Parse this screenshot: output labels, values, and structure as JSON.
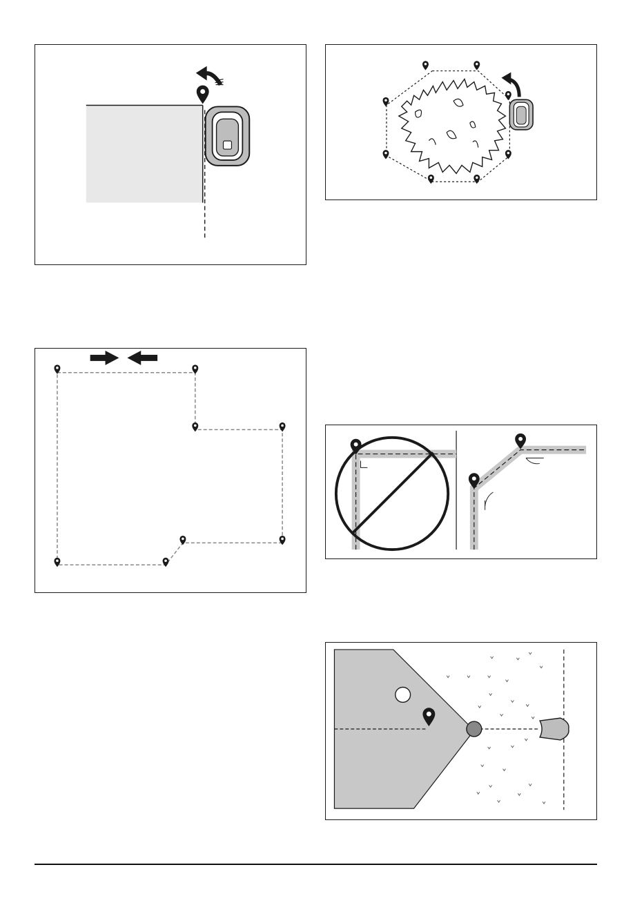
{
  "page": {
    "background": "#ffffff"
  },
  "colors": {
    "ink": "#1a1a1a",
    "area_fill": "#e8e8e8",
    "path_gray": "#c8c8c8",
    "mower_gray": "#bdbdbd"
  },
  "figures": [
    {
      "name": "figure-mower-turn-at-corner",
      "icons": [
        "location-pin-icon",
        "curved-arrow-left-icon",
        "robotic-mower-icon"
      ]
    },
    {
      "name": "figure-pins-around-bush",
      "icons": [
        "location-pin-icon",
        "curved-arrow-icon",
        "robotic-mower-icon"
      ]
    },
    {
      "name": "figure-dashed-boundary-outline",
      "icons": [
        "arrow-right-icon",
        "arrow-left-icon",
        "location-pin-icon"
      ]
    },
    {
      "name": "figure-corner-angle-comparison",
      "icons": [
        "prohibited-sign-icon",
        "location-pin-icon"
      ]
    },
    {
      "name": "figure-charging-station-approach",
      "icons": [
        "location-pin-icon",
        "robotic-mower-icon",
        "grass-icon"
      ]
    }
  ]
}
